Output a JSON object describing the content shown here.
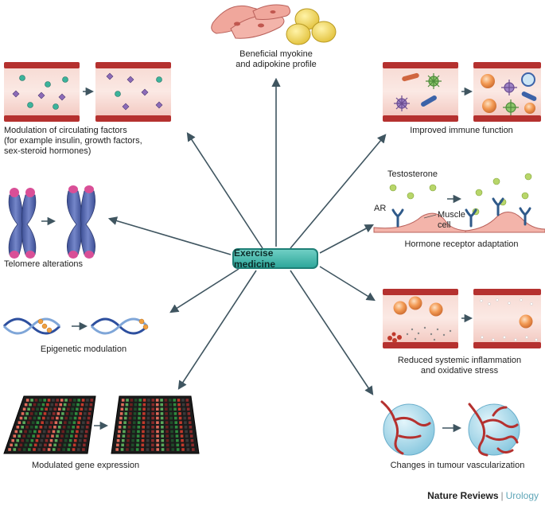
{
  "center": "Exercise medicine",
  "labels": {
    "myokine": "Beneficial myokine\nand adipokine profile",
    "circulating": "Modulation of circulating factors\n(for example insulin, growth factors,\nsex-steroid hormones)",
    "immune": "Improved immune function",
    "testosterone": "Testosterone",
    "ar": "AR",
    "muscle_cell": "Muscle\ncell",
    "hormone": "Hormone receptor adaptation",
    "telomere": "Telomere alterations",
    "epigenetic": "Epigenetic modulation",
    "inflammation": "Reduced systemic inflammation\nand oxidative stress",
    "gene": "Modulated gene expression",
    "tumour": "Changes in tumour vascularization"
  },
  "credit": {
    "journal": "Nature Reviews",
    "separator": "|",
    "section": "Urology"
  },
  "colors": {
    "arrow": "#3f5560",
    "vessel": "#b5312f",
    "vessel_fill": "#f4cfc8",
    "center": "#3ab3a7"
  }
}
